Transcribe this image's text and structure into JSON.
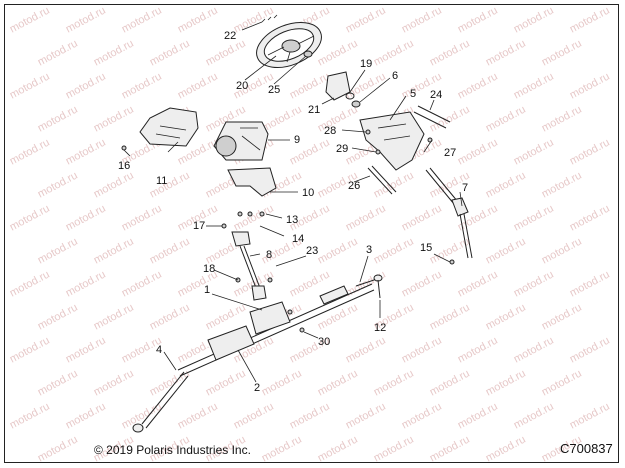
{
  "watermark_text": "motod.ru",
  "callouts": [
    "1",
    "2",
    "3",
    "4",
    "5",
    "6",
    "7",
    "8",
    "9",
    "10",
    "11",
    "12",
    "13",
    "14",
    "15",
    "16",
    "17",
    "18",
    "19",
    "20",
    "21",
    "22",
    "23",
    "24",
    "25",
    "26",
    "27",
    "28",
    "29",
    "30"
  ],
  "copyright": "© 2019 Polaris Industries Inc.",
  "diagram_code": "C700837"
}
